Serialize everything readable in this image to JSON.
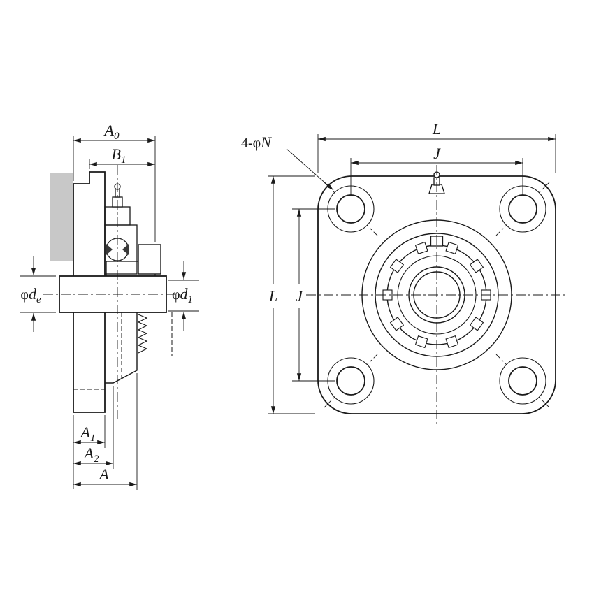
{
  "drawing": {
    "background": "#ffffff",
    "line_color": "#1a1a1a",
    "section_fill": "#d9dfee",
    "shadow_fill": "#c8c8c8",
    "seal_fill": "#3a3a3a"
  },
  "side_view": {
    "dims": {
      "a0": {
        "main": "A",
        "sub": "0"
      },
      "b1": {
        "main": "B",
        "sub": "1"
      },
      "de": {
        "phi": "φ",
        "main": "d",
        "sub": "e"
      },
      "d1": {
        "phi": "φ",
        "main": "d",
        "sub": "1"
      },
      "a1": {
        "main": "A",
        "sub": "1"
      },
      "a2": {
        "main": "A",
        "sub": "2"
      },
      "a": {
        "main": "A",
        "sub": ""
      }
    }
  },
  "front_view": {
    "dims": {
      "l_top": "L",
      "j_top": "J",
      "l_left": "L",
      "j_left": "J",
      "n": {
        "prefix": "4-",
        "phi": "φ",
        "main": "N"
      }
    }
  }
}
